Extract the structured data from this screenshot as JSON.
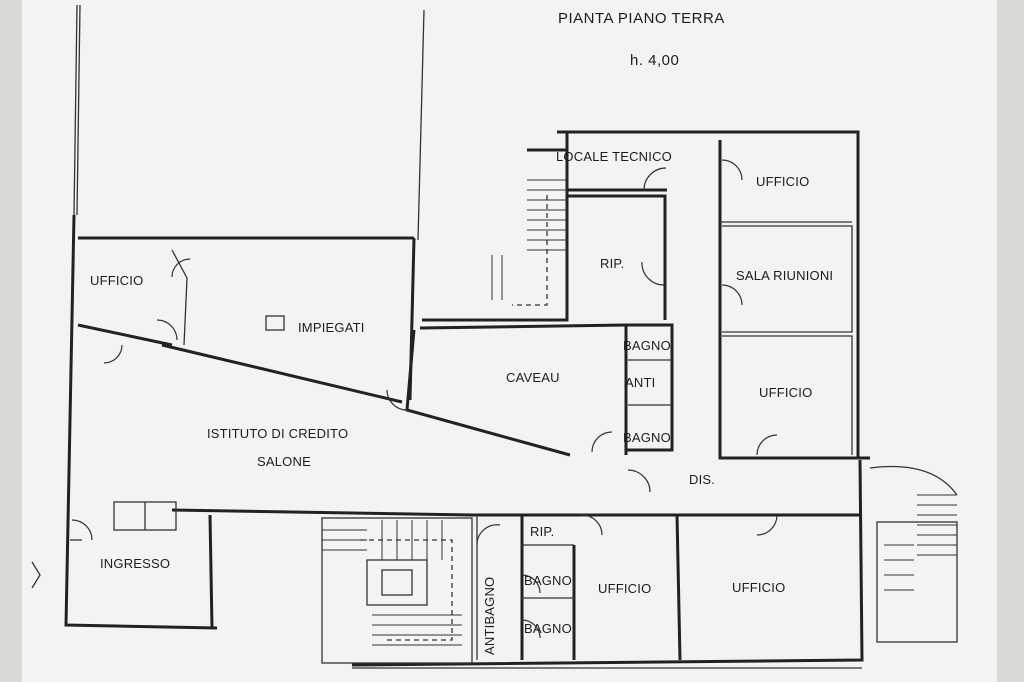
{
  "header": {
    "title": "PIANTA PIANO TERRA",
    "height_label": "h. 4,00"
  },
  "rooms": {
    "locale_tecnico": "LOCALE TECNICO",
    "ufficio_top_right": "UFFICIO",
    "rip_upper": "RIP.",
    "sala_riunioni": "SALA RIUNIONI",
    "ufficio_left": "UFFICIO",
    "impiegati": "IMPIEGATI",
    "bagno_1": "BAGNO",
    "caveau": "CAVEAU",
    "anti": "ANTI",
    "ufficio_mid_right": "UFFICIO",
    "bagno_2": "BAGNO",
    "istituto": "ISTITUTO DI CREDITO",
    "salone": "SALONE",
    "dis": "DIS.",
    "rip_lower": "RIP.",
    "ingresso": "INGRESSO",
    "bagno_3": "BAGNO",
    "bagno_4": "BAGNO",
    "antibagno": "ANTIBAGNO",
    "ufficio_bottom_1": "UFFICIO",
    "ufficio_bottom_2": "UFFICIO"
  }
}
